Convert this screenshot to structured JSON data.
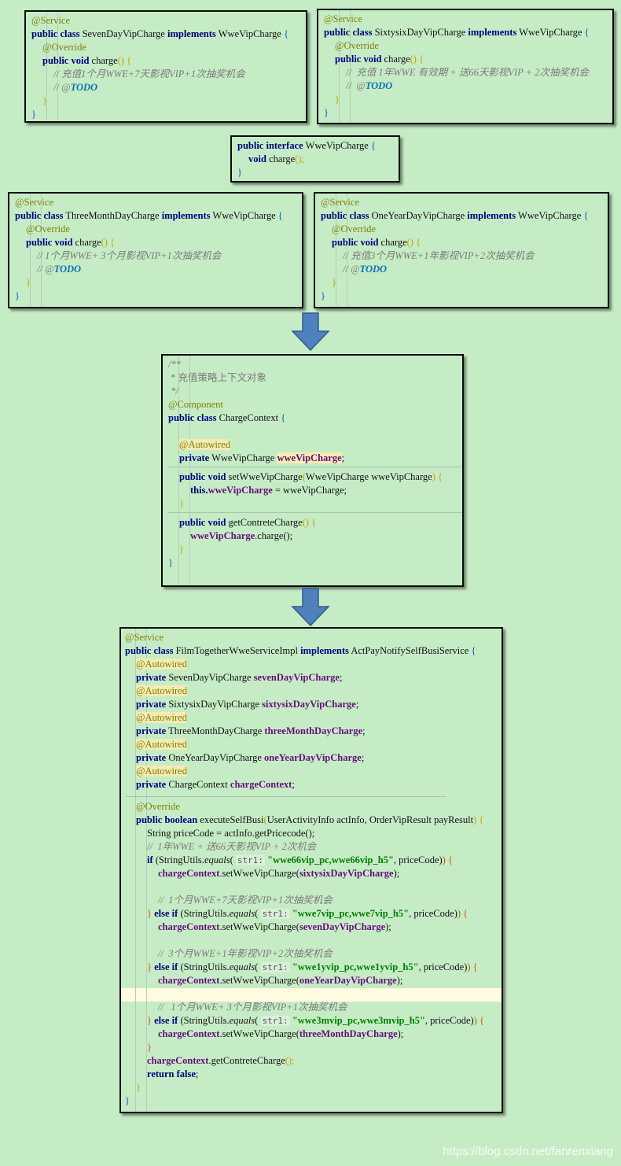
{
  "boxes": {
    "seven": {
      "ann": "@Service",
      "line1": [
        "public class",
        "SevenDayVipCharge",
        "implements",
        "WweVipCharge",
        "{"
      ],
      "override": "@Override",
      "method": [
        "public void",
        "charge",
        "()",
        "{"
      ],
      "comment": "// 充值1个月WWE+7天影视VIP+1次抽奖机会",
      "todo": [
        "// @",
        "TODO"
      ],
      "close_inner": "}",
      "close_outer": "}"
    },
    "sixty": {
      "ann": "@Service",
      "line1": [
        "public class",
        "SixtysixDayVipCharge",
        "implements",
        "WweVipCharge",
        "{"
      ],
      "override": "@Override",
      "method": [
        "public void",
        "charge",
        "()",
        "{"
      ],
      "comment": "//  充值 1年WWE 有效期 + 送66天影视VIP + 2次抽奖机会",
      "todo": [
        "//  @",
        "TODO"
      ],
      "close_inner": "}",
      "close_outer": "}"
    },
    "iface": {
      "line1": [
        "public interface",
        "WweVipCharge",
        "{"
      ],
      "method": [
        "void",
        "charge",
        "();"
      ],
      "close": "}"
    },
    "three": {
      "ann": "@Service",
      "line1": [
        "public class",
        "ThreeMonthDayCharge",
        "implements",
        "WweVipCharge",
        "{"
      ],
      "override": "@Override",
      "method": [
        "public void",
        "charge",
        "()",
        "{"
      ],
      "comment": "// 1个月WWE+ 3个月影视VIP+1次抽奖机会",
      "todo": [
        "// @",
        "TODO"
      ],
      "close_inner": "}",
      "close_outer": "}"
    },
    "oneyear": {
      "ann": "@Service",
      "line1": [
        "public class",
        "OneYearDayVipCharge",
        "implements",
        "WweVipCharge",
        "{"
      ],
      "override": "@Override",
      "method": [
        "public void",
        "charge",
        "()",
        "{"
      ],
      "comment": "// 充值3个月WWE+1年影视VIP+2次抽奖机会",
      "todo": [
        "// @",
        "TODO"
      ],
      "close_inner": "}",
      "close_outer": "}"
    },
    "context": {
      "doc1": "/**",
      "doc2": " * 充值策略上下文对象",
      "doc3": " */",
      "ann": "@Component",
      "line1": [
        "public class",
        "ChargeContext",
        "{"
      ],
      "autowired": "@Autowired",
      "field": [
        "private",
        "WweVipCharge",
        "wweVipCharge",
        ";"
      ],
      "setter": [
        "public void",
        "setWweVipCharge",
        "(",
        "WweVipCharge wweVipCharge",
        ")",
        "{"
      ],
      "assign": [
        "this.",
        "wweVipCharge",
        " = wweVipCharge;"
      ],
      "close1": "}",
      "getter": [
        "public void",
        "getContreteCharge",
        "()",
        "{"
      ],
      "call": [
        "wweVipCharge",
        ".charge();"
      ],
      "close2": "}",
      "close_outer": "}"
    },
    "service": {
      "ann": "@Service",
      "line1": [
        "public class",
        "FilmTogetherWweServiceImpl",
        "implements",
        "ActPayNotifySelfBusiService",
        "{"
      ],
      "autowired": "@Autowired",
      "fields": [
        {
          "type": "SevenDayVipCharge",
          "name": "sevenDayVipCharge"
        },
        {
          "type": "SixtysixDayVipCharge",
          "name": "sixtysixDayVipCharge"
        },
        {
          "type": "ThreeMonthDayCharge",
          "name": "threeMonthDayCharge"
        },
        {
          "type": "OneYearDayVipCharge",
          "name": "oneYearDayVipCharge"
        },
        {
          "type": "ChargeContext",
          "name": "chargeContext"
        }
      ],
      "private_kw": "private",
      "semicolon": ";",
      "override": "@Override",
      "exec": [
        "public boolean",
        "executeSelfBusi",
        "(",
        "UserActivityInfo actInfo, OrderVipResult payResult",
        ")",
        "{"
      ],
      "pricecode": "String priceCode = actInfo.getPricecode();",
      "branches": [
        {
          "comment": "//  1年WWE + 送66天影视VIP + 2次机会",
          "prefix": "if",
          "str": "\"wwe66vip_pc,wwe66vip_h5\"",
          "target": "sixtysixDayVipCharge"
        },
        {
          "comment": "//  1个月WWE+7天影视VIP+1次抽奖机会",
          "prefix": "else if",
          "str": "\"wwe7vip_pc,wwe7vip_h5\"",
          "target": "sevenDayVipCharge"
        },
        {
          "comment": "//  3个月WWE+1年影视VIP+2次抽奖机会",
          "prefix": "else if",
          "str": "\"wwe1yvip_pc,wwe1yvip_h5\"",
          "target": "oneYearDayVipCharge"
        },
        {
          "comment": "//   1个月WWE+ 3个月影视VIP+1次抽奖机会",
          "prefix": "else if",
          "str": "\"wwe3mvip_pc,wwe3mvip_h5\"",
          "target": "threeMonthDayCharge"
        }
      ],
      "equals_call": [
        "(StringUtils.",
        "equals",
        "( ",
        "str1:",
        " ",
        ", priceCode)",
        ") {"
      ],
      "ctx_name": "chargeContext",
      "set_call": [
        ".setWweVipCharge(",
        ");"
      ],
      "close_if": "}",
      "final_call": [
        ".getContreteCharge",
        "();"
      ],
      "return_kw": "return false",
      "return_semi": ";",
      "close_method": "}",
      "close_outer": "}"
    }
  },
  "watermark": "https://blog.csdn.net/fanrenxiang",
  "colors": {
    "background": "#c6ecc6",
    "keyword": "#000080",
    "annotation": "#808000",
    "field": "#660e7a",
    "string": "#008000",
    "arrow": "#4f81bd"
  }
}
